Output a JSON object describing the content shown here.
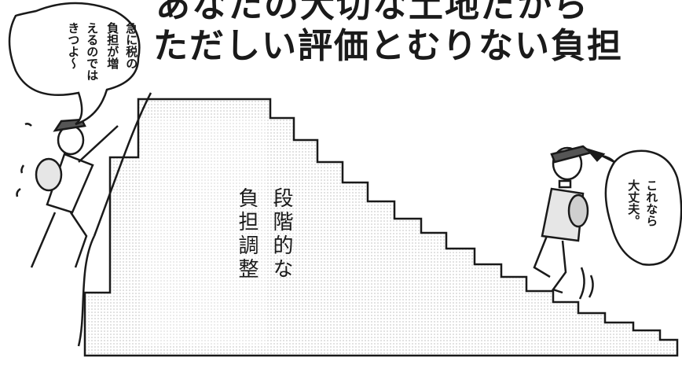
{
  "title": {
    "line1": "あなたの大切な土地だから",
    "line2": "ただしい評価とむりない負担"
  },
  "stairs": {
    "label_col1": "段階的な",
    "label_col2": "負担調整"
  },
  "bubble_left": {
    "col1": "急に税の",
    "col2": "負担が増",
    "col3": "えるのでは",
    "col4": "きつよ〜"
  },
  "bubble_right": {
    "col1": "これなら",
    "col2": "大丈夫。"
  },
  "colors": {
    "ink": "#1a1a1a",
    "paper": "#ffffff",
    "shade": "#d6d6d6"
  }
}
